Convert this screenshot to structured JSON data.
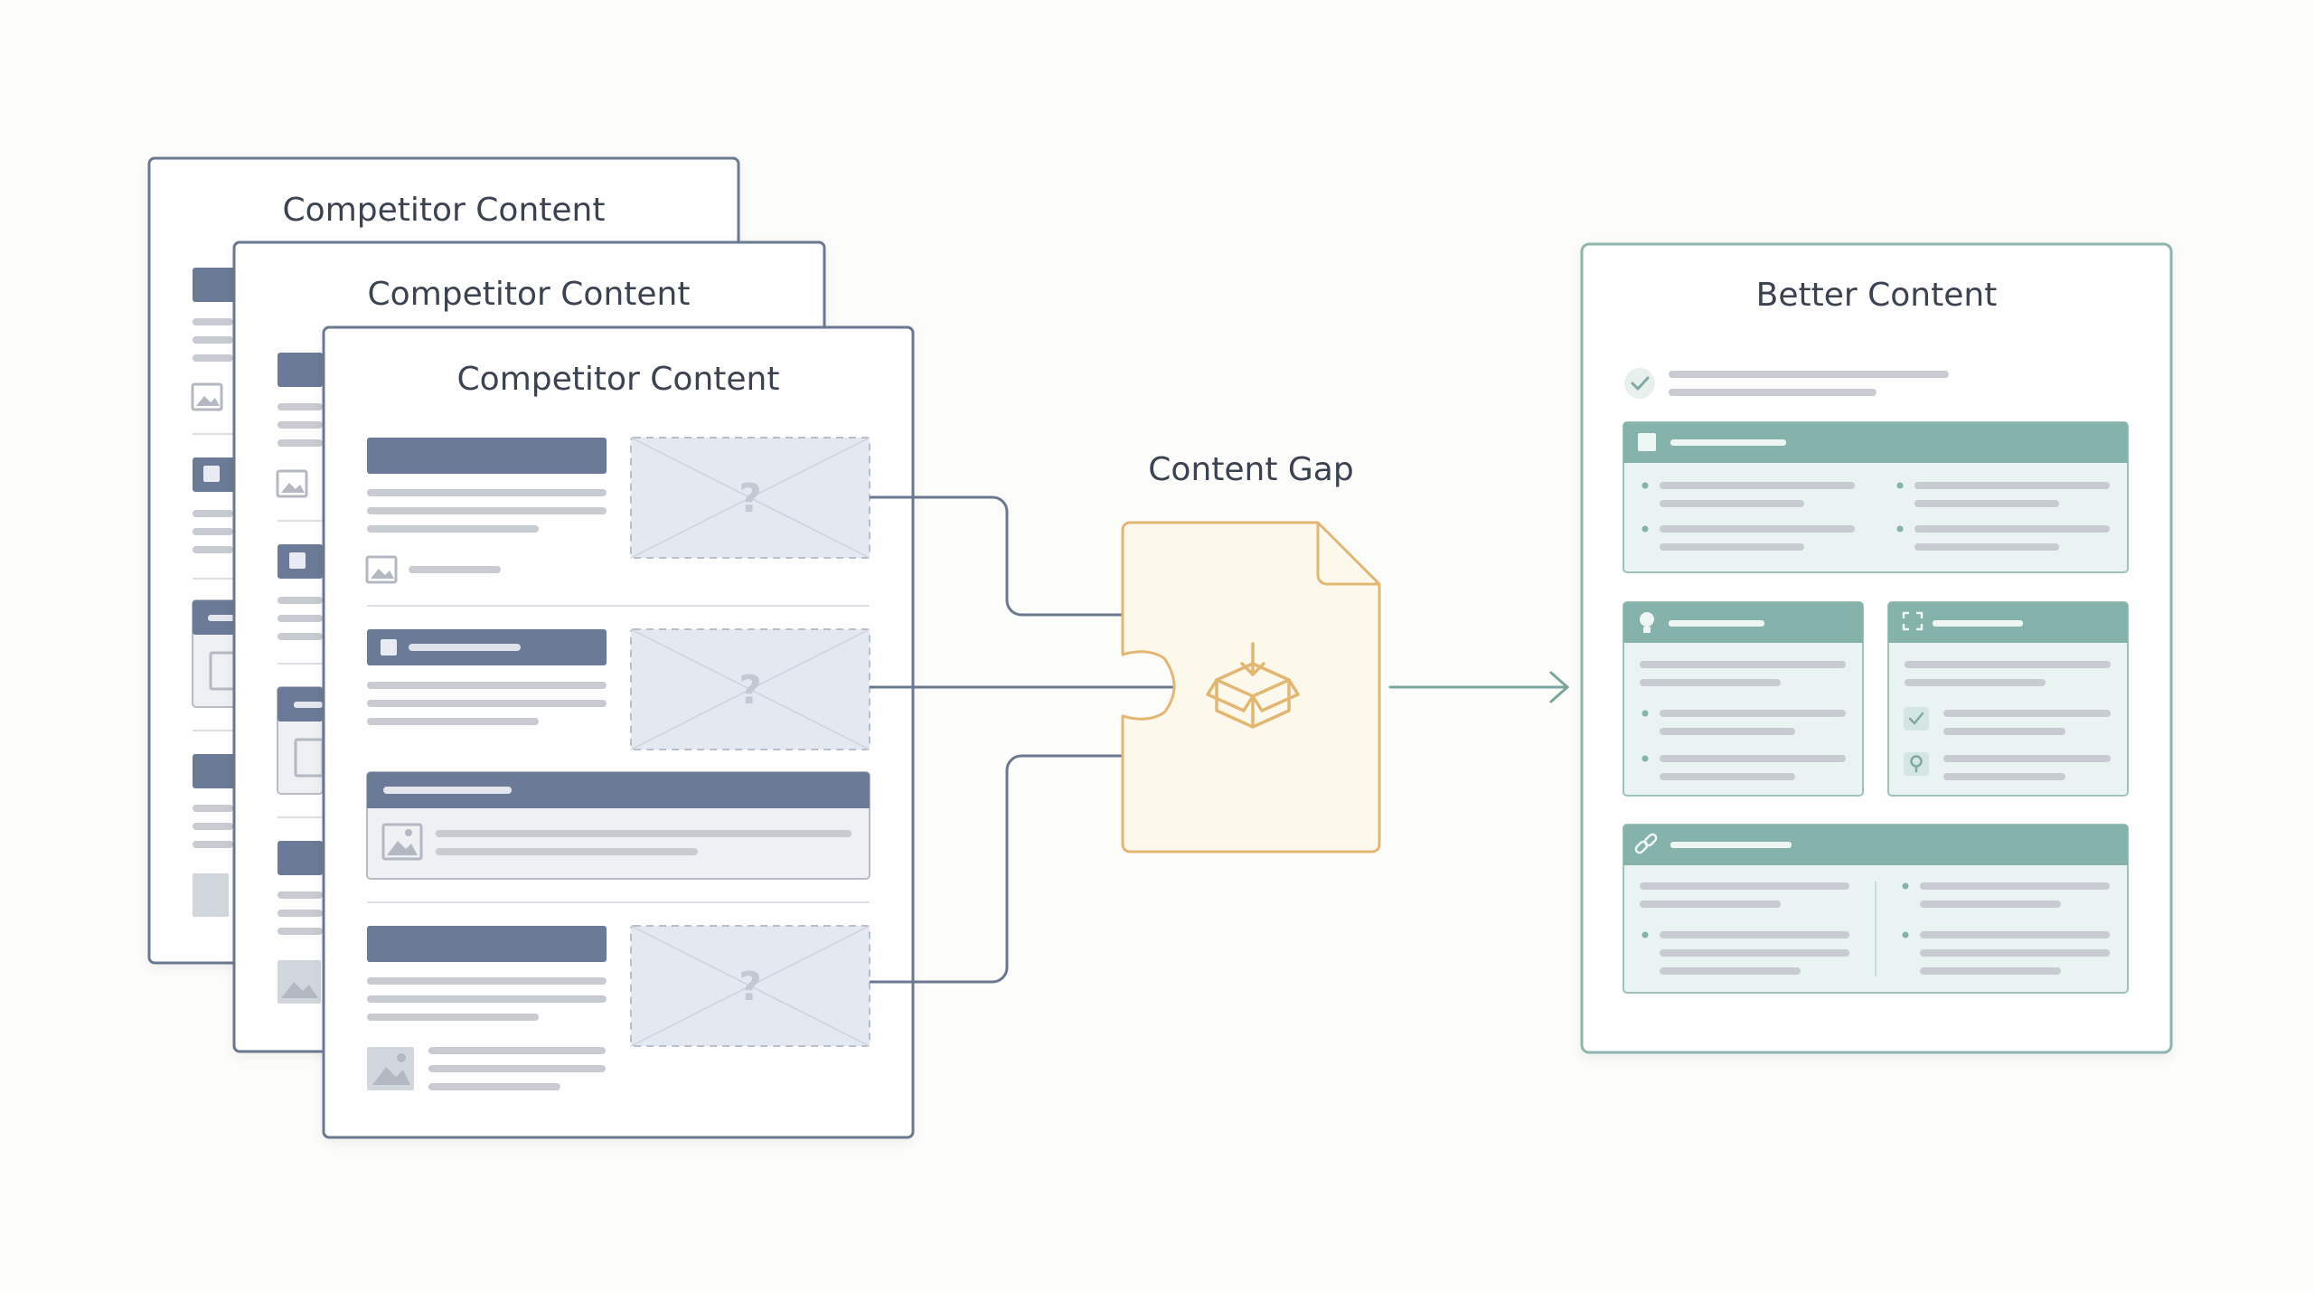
{
  "colors": {
    "background": "#fcfcfb",
    "competitor_border": "#6b7890",
    "competitor_header": "#6b7a96",
    "placeholder_fill": "#e4e8f1",
    "line_gray": "#c8cbd1",
    "gap_border": "#e3b772",
    "gap_fill": "#fdf8ec",
    "better_border": "#8fb4ad",
    "better_header": "#85b2aa",
    "better_fill": "#e9f3f1",
    "connector": "#6b7890",
    "output_arrow": "#7ea6a0"
  },
  "competitor": {
    "cards": [
      {
        "title": "Competitor Content"
      },
      {
        "title": "Competitor Content"
      },
      {
        "title": "Competitor Content"
      }
    ],
    "placeholder_glyph": "?"
  },
  "gap": {
    "title": "Content Gap",
    "icon": "box-download-icon"
  },
  "better": {
    "title": "Better Content",
    "icons": [
      "check-icon",
      "square-icon",
      "lightbulb-icon",
      "expand-icon",
      "check-icon",
      "lightbulb-icon",
      "link-icon"
    ]
  }
}
